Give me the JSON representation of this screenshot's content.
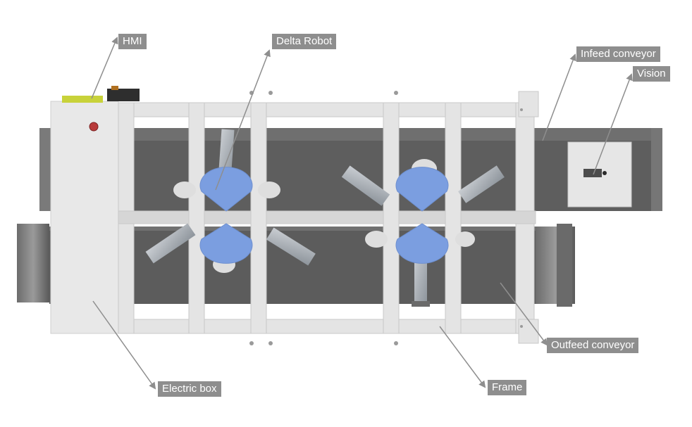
{
  "callouts": {
    "hmi": "HMI",
    "delta_robot": "Delta Robot",
    "infeed_conveyor": "Infeed conveyor",
    "vision": "Vision",
    "outfeed_conveyor": "Outfeed conveyor",
    "electric_box": "Electric box",
    "frame": "Frame"
  },
  "colors": {
    "callout_bg": "#8e8e8e",
    "callout_text": "#ffffff",
    "leader_line": "#8e8e8e",
    "frame": "#e4e4e4",
    "belt": "#5e5e5e",
    "robot_disc": "#7b9ee0"
  }
}
